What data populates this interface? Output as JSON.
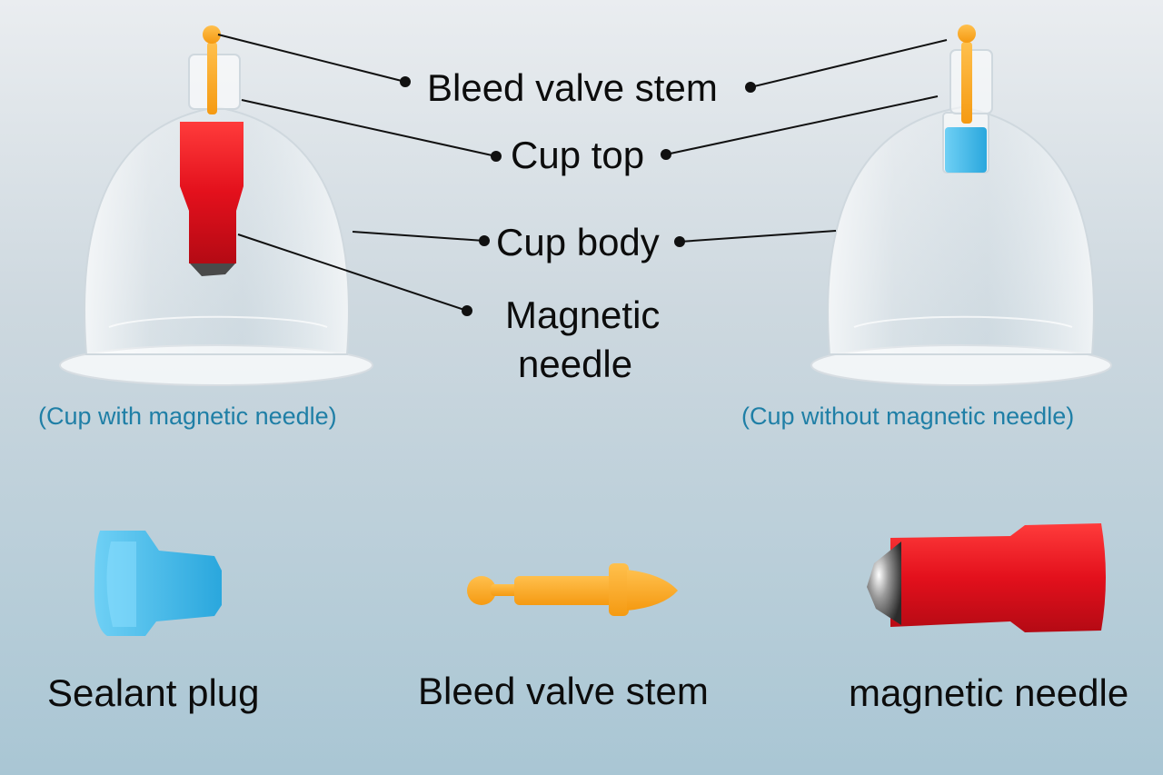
{
  "callouts": {
    "bleed_valve_stem": "Bleed valve stem",
    "cup_top": "Cup top",
    "cup_body": "Cup body",
    "magnetic_needle_line1": "Magnetic",
    "magnetic_needle_line2": "needle"
  },
  "captions": {
    "left_cup": "(Cup with magnetic needle)",
    "right_cup": "(Cup without magnetic needle)"
  },
  "parts": {
    "sealant_plug": "Sealant plug",
    "bleed_valve_stem": "Bleed valve stem",
    "magnetic_needle": "magnetic needle"
  },
  "colors": {
    "caption_blue": "#1f7fa6",
    "valve_orange": "#ffa726",
    "needle_red": "#e3101c",
    "plug_blue": "#3db7ea"
  }
}
